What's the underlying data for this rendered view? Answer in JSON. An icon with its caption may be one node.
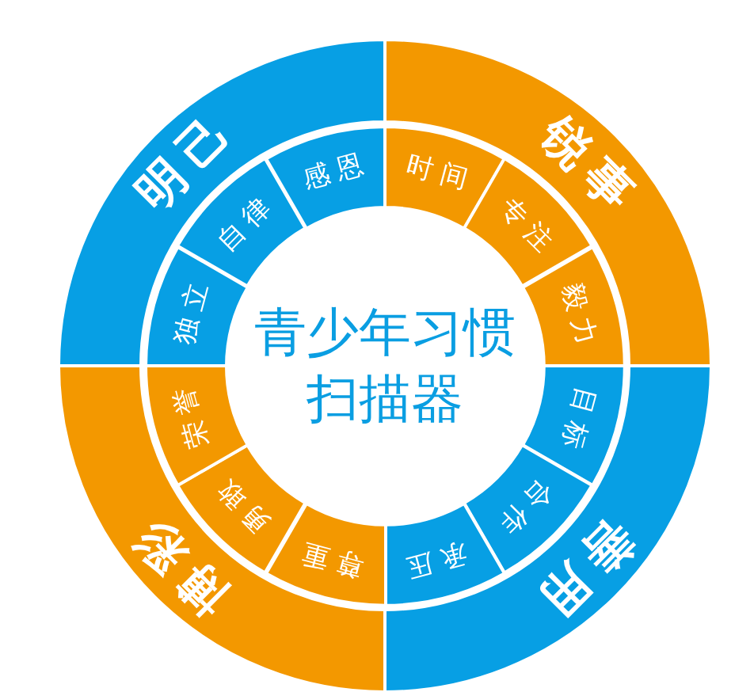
{
  "diagram": {
    "nodes": [
      {
        "text": [
          "青少年习惯扫描器"
        ]
      },
      {
        "text": [
          "明己"
        ]
      },
      {
        "text": [
          "独立"
        ]
      },
      {
        "text": [
          "自律"
        ]
      },
      {
        "text": [
          "感恩"
        ]
      },
      {
        "text": [
          "锐事"
        ]
      },
      {
        "text": [
          "时间"
        ]
      },
      {
        "text": [
          "专注"
        ]
      },
      {
        "text": [
          "毅力"
        ]
      },
      {
        "text": [
          "善用"
        ]
      },
      {
        "text": [
          "目标"
        ]
      },
      {
        "text": [
          "合作"
        ]
      },
      {
        "text": [
          "承压"
        ]
      },
      {
        "text": [
          "博彩"
        ]
      },
      {
        "text": [
          "尊重"
        ]
      },
      {
        "text": [
          "勇敢"
        ]
      },
      {
        "text": [
          "荣誉"
        ]
      }
    ]
  }
}
